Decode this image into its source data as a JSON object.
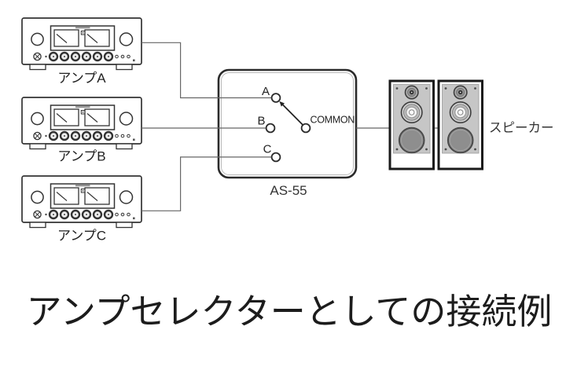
{
  "caption": "アンプセレクターとしての接続例",
  "amplifiers": [
    {
      "label": "アンプA"
    },
    {
      "label": "アンプB"
    },
    {
      "label": "アンプC"
    }
  ],
  "selector": {
    "model": "AS-55",
    "terminals": [
      "A",
      "B",
      "C"
    ],
    "common_label": "COMMON",
    "selected_terminal": "A"
  },
  "speakers": {
    "label": "スピーカー",
    "count": 2
  },
  "colors": {
    "wire": "#666666",
    "outline": "#333333",
    "box_border": "#2b2b2b",
    "speaker_frame": "#1a1a1a",
    "speaker_baffle": "#c6c6c6",
    "text": "#1c1c1c"
  }
}
